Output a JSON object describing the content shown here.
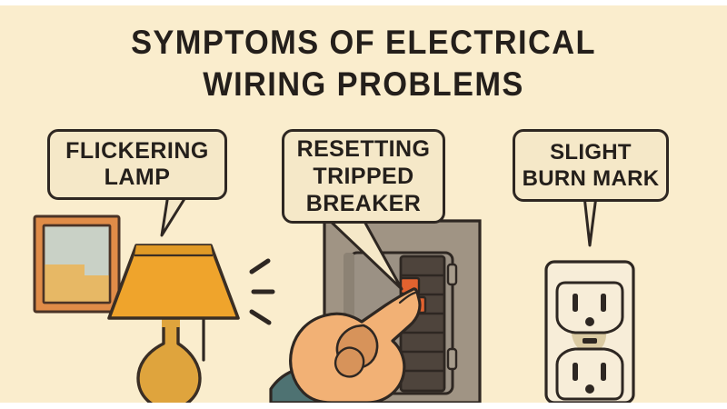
{
  "poster": {
    "background_color": "#FAEDCD",
    "ink_color": "#2E2722",
    "title_line1": "SYMPTOMS OF ELECTRICAL",
    "title_line2": "WIRING PROBLEMS",
    "title_color": "#241F1B"
  },
  "callouts": [
    {
      "id": "flickering-lamp",
      "text": "FLICKERING\nLAMP",
      "fill": "#F5E8C8",
      "border": "#2E2722",
      "tail": "bent"
    },
    {
      "id": "resetting-tripped-breaker",
      "text": "RESETTING\nTRIPPED\nBREAKER",
      "fill": "#F5E8C8",
      "border": "#2E2722",
      "tail": "bent"
    },
    {
      "id": "slight-burn-mark",
      "text": "SLIGHT\nBURN MARK",
      "fill": "#F5E8C8",
      "border": "#2E2722",
      "tail": "straight"
    }
  ],
  "scene": {
    "picture_frame": {
      "frame_color": "#E08C48",
      "mat_color": "#C9D1C6",
      "accent_color": "#E7B865",
      "outline": "#4A3326"
    },
    "lamp": {
      "shade_color": "#EFA42C",
      "shade_top_band": "#E09A26",
      "base_color": "#DFA43D",
      "outline": "#3A2E24",
      "flicker_marks": 3,
      "flicker_color": "#2E2722"
    },
    "breaker_panel": {
      "panel_color": "#A09484",
      "inner_panel_color": "#9B9184",
      "breaker_body_color": "#4E443C",
      "breaker_switch_color": "#5A4F45",
      "tripped_color": "#E2622F",
      "tripped_count": 2,
      "breaker_rows": 7,
      "outline": "#2E2722"
    },
    "hand": {
      "skin_color": "#F2B175",
      "skin_shadow": "#D08E56",
      "sleeve_color": "#4E7272",
      "outline": "#2E2722",
      "gesture": "pointing-index-finger"
    },
    "outlet": {
      "plate_color": "#F7EDD8",
      "receptacle_color": "#F7EDD8",
      "slot_color": "#2E2722",
      "burn_mark_color": "#D9C9A0",
      "outline": "#2E2722",
      "receptacle_count": 2
    }
  }
}
